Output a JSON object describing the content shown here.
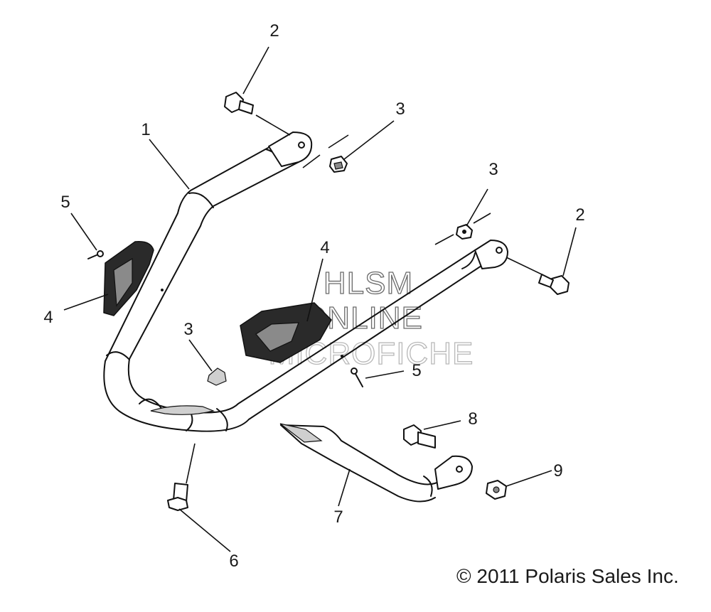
{
  "callouts": [
    {
      "id": "c1",
      "label": "1"
    },
    {
      "id": "c2a",
      "label": "2"
    },
    {
      "id": "c2b",
      "label": "2"
    },
    {
      "id": "c3a",
      "label": "3"
    },
    {
      "id": "c3b",
      "label": "3"
    },
    {
      "id": "c3c",
      "label": "3"
    },
    {
      "id": "c4a",
      "label": "4"
    },
    {
      "id": "c4b",
      "label": "4"
    },
    {
      "id": "c5a",
      "label": "5"
    },
    {
      "id": "c5b",
      "label": "5"
    },
    {
      "id": "c6",
      "label": "6"
    },
    {
      "id": "c7",
      "label": "7"
    },
    {
      "id": "c8",
      "label": "8"
    },
    {
      "id": "c9",
      "label": "9"
    }
  ],
  "watermark": {
    "line1": "HLSM",
    "line2": "ONLINE",
    "line3": "MICROFICHE"
  },
  "copyright": "© 2011 Polaris Sales Inc.",
  "colors": {
    "line": "#111111",
    "background": "#ffffff",
    "watermark": "#6b6b6b"
  }
}
